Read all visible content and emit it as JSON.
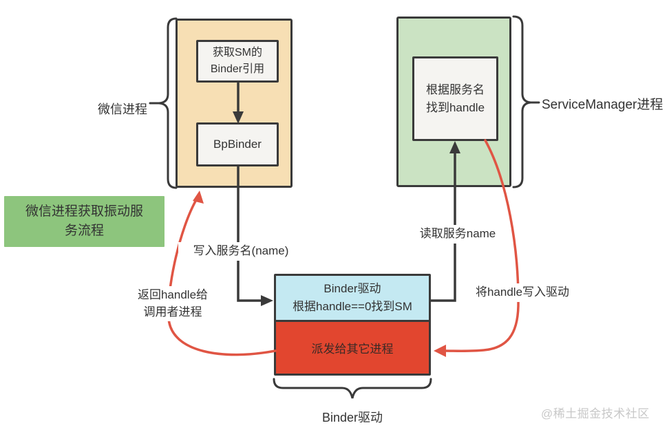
{
  "diagram": {
    "title_box": {
      "text": "微信进程获取振动服\n务流程"
    },
    "wechat_process": {
      "brace_label": "微信进程",
      "steps": [
        {
          "text": "获取SM的\nBinder引用"
        },
        {
          "text": "BpBinder"
        }
      ]
    },
    "sm_process": {
      "brace_label": "ServiceManager进程",
      "steps": [
        {
          "text": "根据服务名\n找到handle"
        }
      ]
    },
    "binder_driver": {
      "top_text": "Binder驱动\n根据handle==0找到SM",
      "bottom_text": "派发给其它进程",
      "brace_label": "Binder驱动"
    },
    "edges": {
      "write_name": "写入服务名(name)",
      "read_name": "读取服务name",
      "write_handle": "将handle写入驱动",
      "return_handle": "返回handle给\n调用者进程"
    },
    "colors": {
      "line": "#3A3A3A",
      "red_arrow": "#E05544",
      "wechat_box_bg": "#F7DFB4",
      "sm_box_bg": "#CBE3C3",
      "inner_box_bg": "#F5F4F1",
      "driver_top_bg": "#C4E9F2",
      "driver_bottom_bg": "#E2462F",
      "title_box_bg": "#8DC57D",
      "watermark_color": "#C8C8C8"
    },
    "watermark": "@稀土掘金技术社区"
  }
}
